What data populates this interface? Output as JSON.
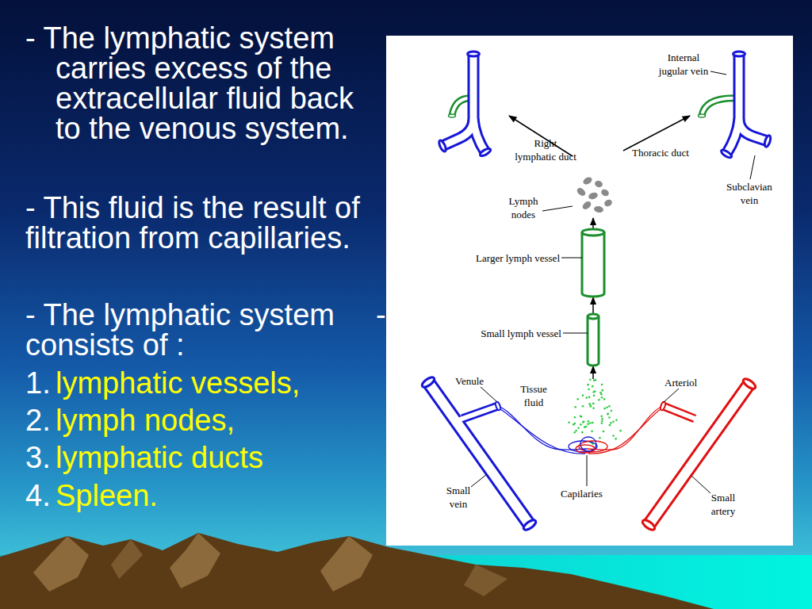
{
  "diagram": {
    "labels": [
      "- The lymphatic system carries excess of the extracellular fluid back to the venous system.",
      "- This fluid is the result of filtration from capillaries.",
      "- The lymphatic system consists of :",
      "-",
      "1.",
      "lymphatic vessels,",
      "2.",
      "lymph nodes,",
      "3.",
      "lymphatic ducts",
      "4.",
      "Spleen.",
      "Internal jugular vein",
      "Right lymphatic duct",
      "Thoracic duct",
      "Lymph nodes",
      "Subclavian vein",
      "Larger lymph vessel",
      "Small lymph vessel",
      "Venule",
      "Tissue fluid",
      "Arteriol",
      "Small vein",
      "Capilaries",
      "Small artery"
    ]
  }
}
